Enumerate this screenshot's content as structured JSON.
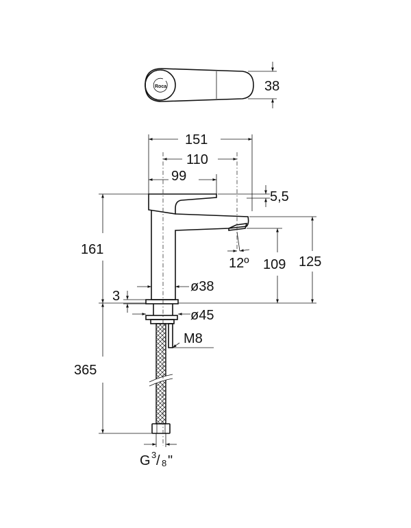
{
  "top_view": {
    "width_label": "38",
    "logo_text": "Roca"
  },
  "front_view": {
    "overall_width": "151",
    "axis_to_spout": "110",
    "handle_length": "99",
    "handle_offset": "5,5",
    "total_height": "161",
    "spout_angle": "12º",
    "spout_height_outlet": "109",
    "spout_height_top": "125",
    "base_thickness": "3",
    "body_diameter": "ø38",
    "flange_diameter": "ø45",
    "stud_thread": "M8",
    "hose_length": "365",
    "connection_prefix": "G",
    "connection_num": "3",
    "connection_den": "8",
    "connection_suffix": "\""
  }
}
